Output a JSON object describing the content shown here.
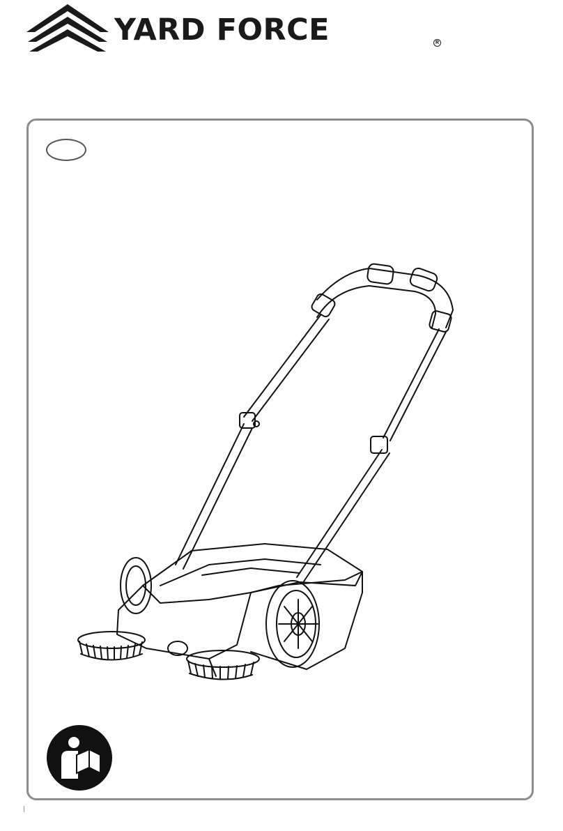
{
  "brand": {
    "name": "YARD FORCE",
    "registered_mark": "R",
    "logo_icon": "chevron-mountain-icon"
  },
  "language_badge": {
    "text": ""
  },
  "product": {
    "illustration": "push-sweeper-illustration"
  },
  "footer": {
    "icon": "read-manual-icon"
  },
  "colors": {
    "frame_border": "#8d8d8d",
    "ink": "#1a1a1a"
  }
}
